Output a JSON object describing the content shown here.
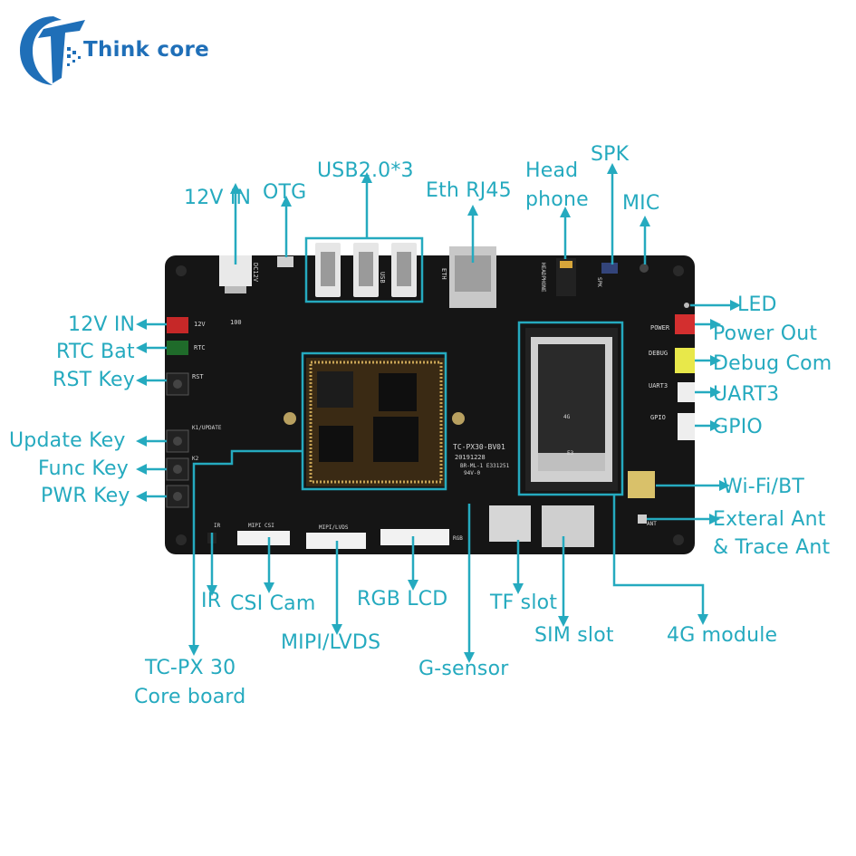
{
  "logo": {
    "brand_text": "Think core"
  },
  "colors": {
    "accent": "#25AABF",
    "board": "#161616",
    "logo_blue": "#1F6FB8",
    "logo_text": "#1F6FB8"
  },
  "callouts": {
    "dc_12v_top": "12V IN",
    "otg": "OTG",
    "usb": "USB2.0*3",
    "eth": "Eth RJ45",
    "headphone_1": "Head",
    "headphone_2": "phone",
    "spk": "SPK",
    "mic": "MIC",
    "led": "LED",
    "power_out": "Power Out",
    "debug_com": "Debug Com",
    "uart3": "UART3",
    "gpio": "GPIO",
    "wifi_bt": "Wi-Fi/BT",
    "ext_ant_1": "Exteral Ant",
    "ext_ant_2": "& Trace Ant",
    "in_12v_left": "12V IN",
    "rtc_bat": "RTC Bat",
    "rst_key": "RST Key",
    "update_key": "Update Key",
    "func_key": "Func Key",
    "pwr_key": "PWR Key",
    "ir": "IR",
    "csi_cam": "CSI Cam",
    "mipi_lvds": "MIPI/LVDS",
    "rgb_lcd": "RGB LCD",
    "tf_slot": "TF slot",
    "sim_slot": "SIM slot",
    "g_sensor": "G-sensor",
    "module_4g": "4G module",
    "core_1": "TC-PX 30",
    "core_2": "Core board"
  },
  "silkscreen": {
    "dc12v": "DC12V",
    "usb": "USB",
    "eth": "ETH",
    "headphone": "HEADPHONE",
    "spk": "SPK",
    "power": "POWER",
    "debug": "DEBUG",
    "uart3": "UART3",
    "gpio": "GPIO",
    "ant": "ANT",
    "v12": "12V",
    "rtc": "RTC",
    "rst": "RST",
    "k1_update": "K1/UPDATE",
    "k2": "K2",
    "ir": "IR",
    "mipi_csi": "MIPI CSI",
    "mipi_lvds": "MIPI/LVDS",
    "rgb": "RGB",
    "module_4g": "4G",
    "e3": "E3",
    "board_id": "TC-PX30-BV01",
    "date": "20191228",
    "ul_line": "BR-ML-1  E331251",
    "rating": "94V-0",
    "inductor": "100"
  }
}
